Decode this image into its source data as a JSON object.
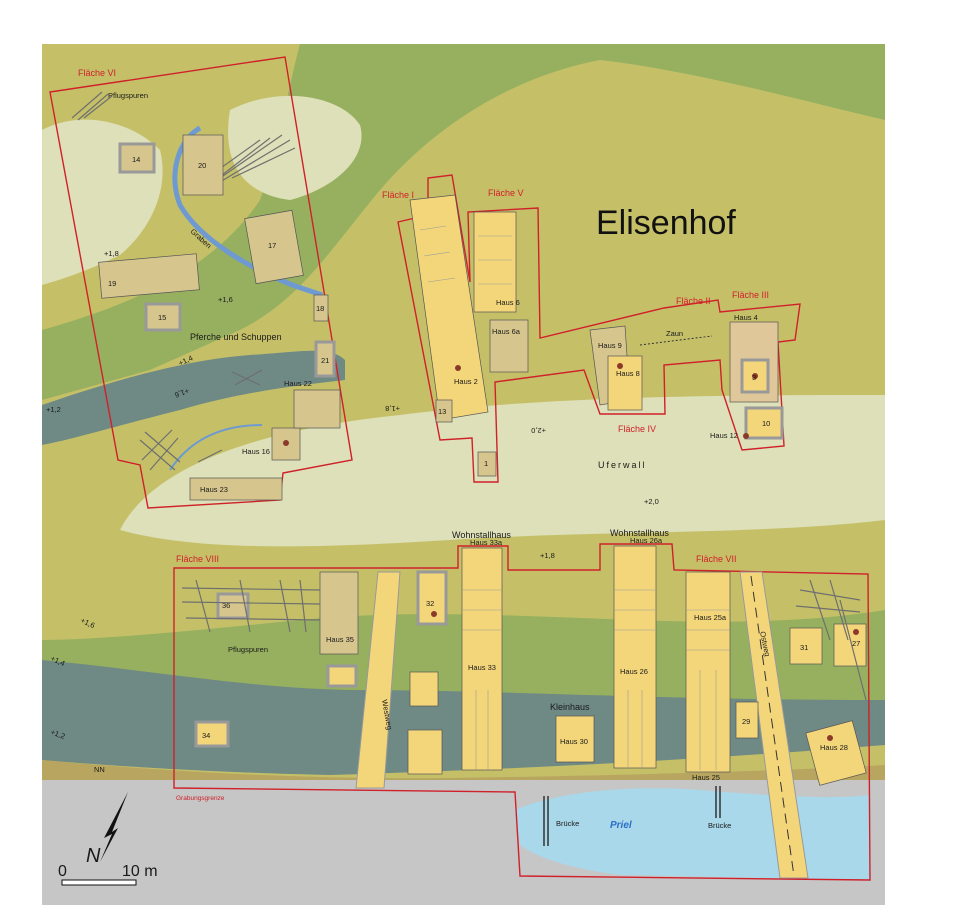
{
  "title": "Elisenhof",
  "areas": {
    "f1": "Fläche I",
    "f2": "Fläche II",
    "f3": "Fläche III",
    "f4": "Fläche IV",
    "f5": "Fläche V",
    "f6": "Fläche VI",
    "f7": "Fläche VII",
    "f8": "Fläche VIII"
  },
  "features": {
    "pflug1": "Pflugspuren",
    "pflug2": "Pflugspuren",
    "graben": "Graben",
    "pferche": "Pferche und Schuppen",
    "uferwall": "Uferwall",
    "zaun": "Zaun",
    "westweg": "Westweg",
    "ostweg": "Ostweg",
    "priel": "Priel",
    "bruecke1": "Brücke",
    "bruecke2": "Brücke",
    "grabungsgrenze": "Grabungsgrenze",
    "kleinhaus": "Kleinhaus",
    "wohnstall1": "Wohnstallhaus",
    "wohnstall2": "Wohnstallhaus"
  },
  "houses": {
    "h1": "1",
    "h2": "Haus 2",
    "h3": "3",
    "h4": "Haus 4",
    "h6": "Haus 6",
    "h6a": "Haus 6a",
    "h8": "Haus 8",
    "h9": "Haus 9",
    "h10": "10",
    "h12": "Haus 12",
    "h13": "13",
    "h14": "14",
    "h15": "15",
    "h16": "Haus 16",
    "h17": "17",
    "h18": "18",
    "h19": "19",
    "h20": "20",
    "h21": "21",
    "h22": "Haus 22",
    "h23": "Haus 23",
    "h25": "Haus 25",
    "h25a": "Haus 25a",
    "h26": "Haus 26",
    "h26a": "Haus 26a",
    "h27": "27",
    "h28": "Haus 28",
    "h29": "29",
    "h30": "Haus 30",
    "h31": "31",
    "h32": "32",
    "h33": "Haus 33",
    "h33a": "Haus 33a",
    "h34": "34",
    "h35": "Haus 35",
    "h36": "36"
  },
  "elevations": {
    "e1": "+1,8",
    "e2": "+1,6",
    "e3": "+1,4",
    "e4": "+1,6",
    "e5": "+1,2",
    "e6": "+1,8",
    "e7": "+2,0",
    "e8": "+2,0",
    "e9": "+1,8",
    "e10": "+1,6",
    "e11": "+1,4",
    "e12": "+1,2",
    "e13": "NN"
  },
  "north": "N",
  "scale": {
    "zero": "0",
    "end": "10 m"
  },
  "colors": {
    "olive": "#c5c068",
    "green": "#97b05f",
    "pale": "#dde0b8",
    "slate": "#6f8a84",
    "gray": "#c6c6c6",
    "water": "#a8d8ea",
    "house": "#f4d67a",
    "boundary": "#d0202a"
  }
}
